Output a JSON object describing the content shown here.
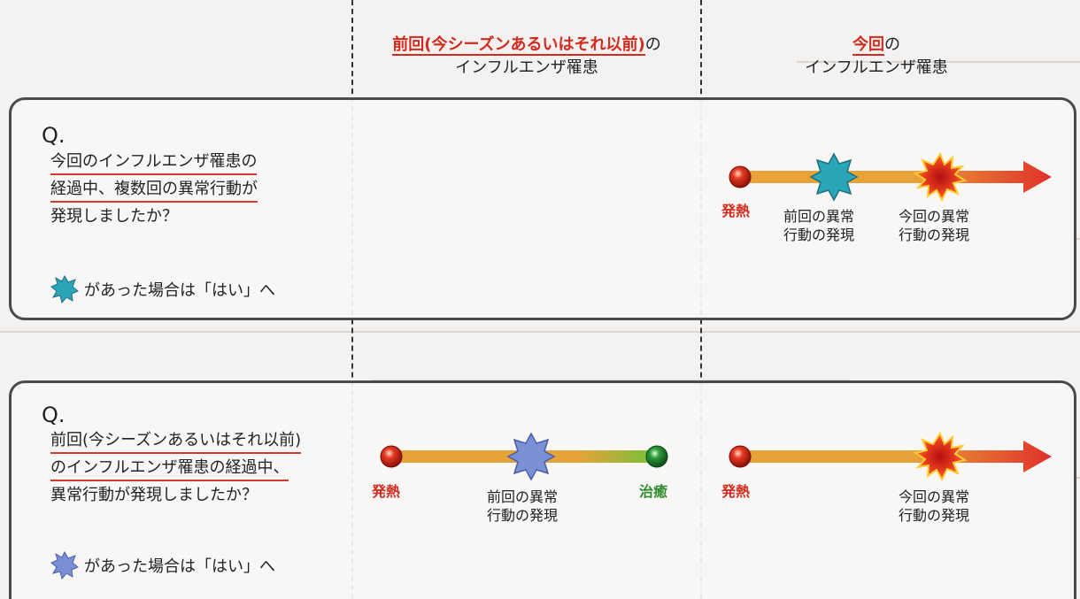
{
  "columns": {
    "previous": {
      "header_red": "前回(今シーズンあるいはそれ以前)",
      "header_suffix": "の",
      "header_line2": "インフルエンザ罹患"
    },
    "current": {
      "header_red": "今回",
      "header_suffix": "の",
      "header_line2": "インフルエンザ罹患"
    }
  },
  "panel1": {
    "q_mark": "Q.",
    "question_lines": [
      "今回のインフルエンザ罹患の",
      "経過中、複数回の異常行動が",
      "発現しましたか？"
    ],
    "legend_text": "があった場合は「はい」へ",
    "timeline": {
      "fever_label": "発熱",
      "event1_line1": "前回の異常",
      "event1_line2": "行動の発現",
      "event2_line1": "今回の異常",
      "event2_line2": "行動の発現"
    }
  },
  "panel2": {
    "q_mark": "Q.",
    "question_lines": [
      "前回(今シーズンあるいはそれ以前)",
      "のインフルエンザ罹患の経過中、",
      "異常行動が発現しましたか？"
    ],
    "legend_text": "があった場合は「はい」へ",
    "timeline_prev": {
      "fever_label": "発熱",
      "event_line1": "前回の異常",
      "event_line2": "行動の発現",
      "cure_label": "治癒"
    },
    "timeline_current": {
      "fever_label": "発熱",
      "event_line1": "今回の異常",
      "event_line2": "行動の発現"
    }
  },
  "colors": {
    "accent_red": "#d42a1e",
    "timeline_orange": "#e8a23a",
    "star_teal": "#2aa6b8",
    "star_periwinkle": "#7b8fd6",
    "burst_red": "#e53a1e",
    "cure_green": "#2e9a3a"
  }
}
